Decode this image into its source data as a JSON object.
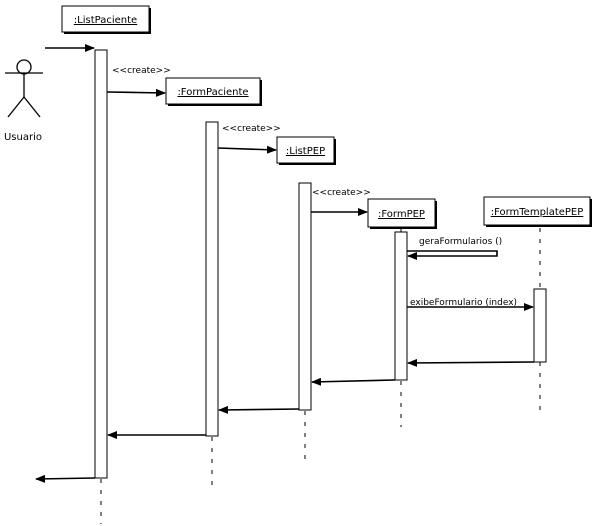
{
  "actor": {
    "name": "Usuario"
  },
  "objects": {
    "list_paciente": ":ListPaciente",
    "form_paciente": ":FormPaciente",
    "list_pep": ":ListPEP",
    "form_pep": ":FormPEP",
    "form_template_pep": ":FormTemplatePEP"
  },
  "messages": {
    "create_1": "<<create>>",
    "create_2": "<<create>>",
    "create_3": "<<create>>",
    "gera_formularios": "geraFormularios ()",
    "exibe_formulario": "exibeFormulario (index)"
  },
  "colors": {
    "line": "#000000",
    "background": "#ffffff"
  }
}
